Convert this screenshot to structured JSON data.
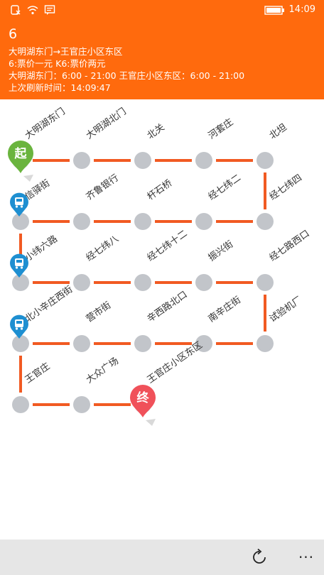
{
  "status_bar": {
    "time": "14:09",
    "icons": [
      "missed-call-icon",
      "wifi-icon",
      "message-icon",
      "battery-icon"
    ]
  },
  "route": {
    "number": "6",
    "direction": "大明湖东门→王官庄小区东区",
    "fare": "6:票价一元  K6:票价两元",
    "hours": "大明湖东门：6:00 - 21:00 王官庄小区东区：6:00 - 21:00",
    "refresh": "上次刷新时间：14:09:47"
  },
  "stops": [
    "大明湖东门",
    "大明湖北门",
    "北关",
    "河套庄",
    "北坦",
    "经七纬四",
    "经七纬二",
    "杆石桥",
    "齐鲁银行",
    "信驿街",
    "小纬六路",
    "经七纬八",
    "经七纬十二",
    "振兴街",
    "经七路西口",
    "试验机厂",
    "南辛庄街",
    "辛西路北口",
    "营市街",
    "北小辛庄西街",
    "王官庄",
    "大众广场",
    "王官庄小区东区"
  ],
  "markers": {
    "start_label": "起",
    "end_label": "终",
    "bus_stop_indexes": [
      9,
      10,
      19
    ]
  },
  "colors": {
    "accent": "#ff6a0d",
    "route_line": "#f15a22",
    "stop": "#c2c5ca",
    "start": "#6ab43e",
    "end": "#f0515a",
    "bus": "#1e8fd1"
  },
  "appbar": {
    "more_label": "···"
  }
}
